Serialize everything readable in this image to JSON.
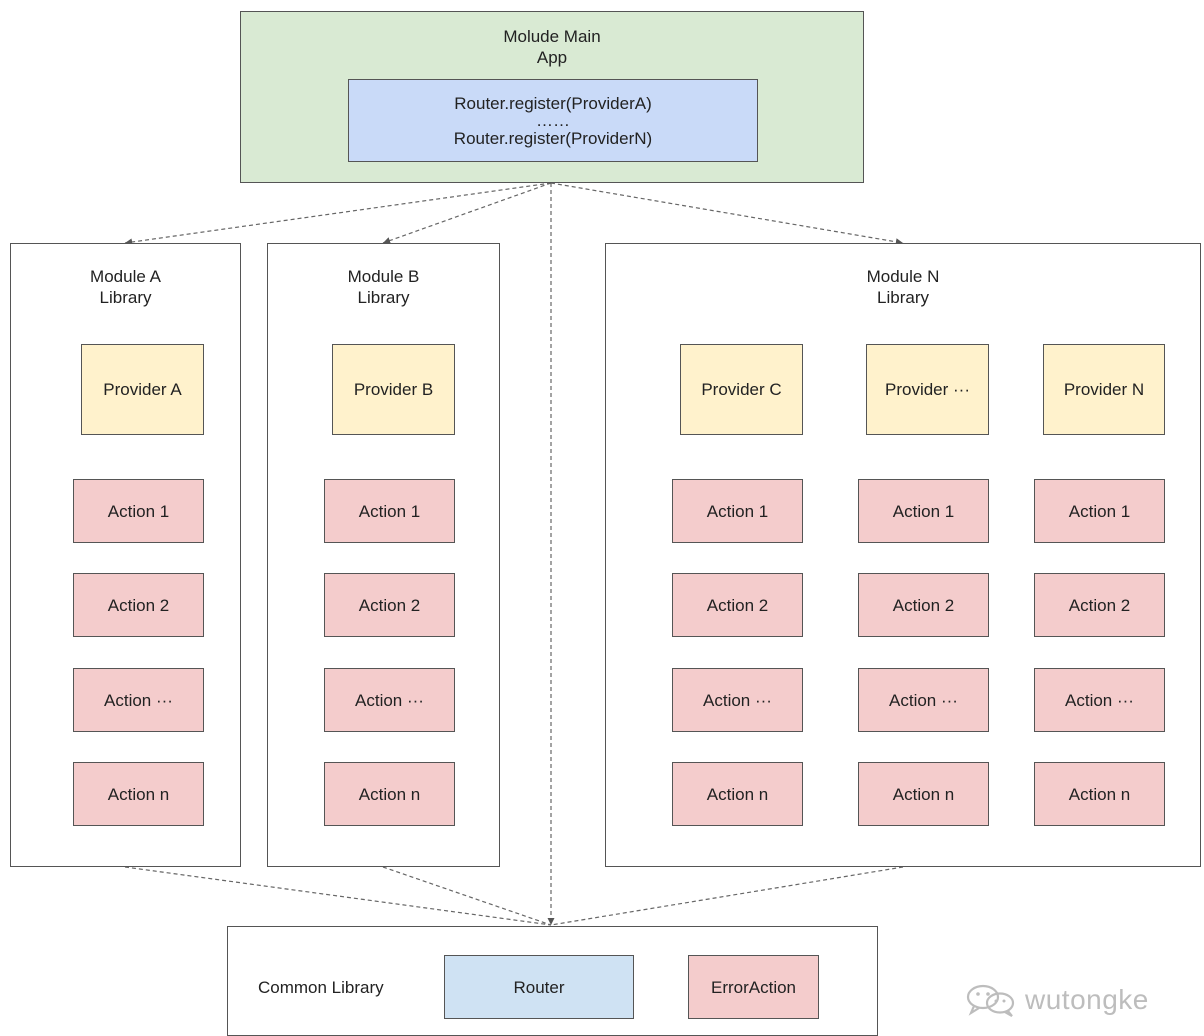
{
  "main_app": {
    "title_line1": "Molude Main",
    "title_line2": "App",
    "register_line1": "Router.register(ProviderA)",
    "register_dots": "……",
    "register_line2": "Router.register(ProviderN)"
  },
  "module_a": {
    "title_line1": "Module A",
    "title_line2": "Library",
    "provider": "Provider A",
    "actions": [
      "Action 1",
      "Action 2",
      "Action ···",
      "Action n"
    ]
  },
  "module_b": {
    "title_line1": "Module B",
    "title_line2": "Library",
    "provider": "Provider B",
    "actions": [
      "Action 1",
      "Action 2",
      "Action ···",
      "Action n"
    ]
  },
  "module_n": {
    "title_line1": "Module N",
    "title_line2": "Library",
    "groups": [
      {
        "provider": "Provider C",
        "actions": [
          "Action 1",
          "Action 2",
          "Action ···",
          "Action n"
        ]
      },
      {
        "provider": "Provider ···",
        "actions": [
          "Action 1",
          "Action 2",
          "Action ···",
          "Action n"
        ]
      },
      {
        "provider": "Provider N",
        "actions": [
          "Action 1",
          "Action 2",
          "Action ···",
          "Action n"
        ]
      }
    ]
  },
  "common": {
    "label": "Common Library",
    "router": "Router",
    "error_action": "ErrorAction"
  },
  "watermark": {
    "icon": "wechat-icon",
    "text": "wutongke"
  },
  "colors": {
    "main_app": "#d9ead3",
    "register": "#c9daf8",
    "provider": "#fff2cc",
    "action": "#f4cccc",
    "router": "#cfe2f3"
  }
}
